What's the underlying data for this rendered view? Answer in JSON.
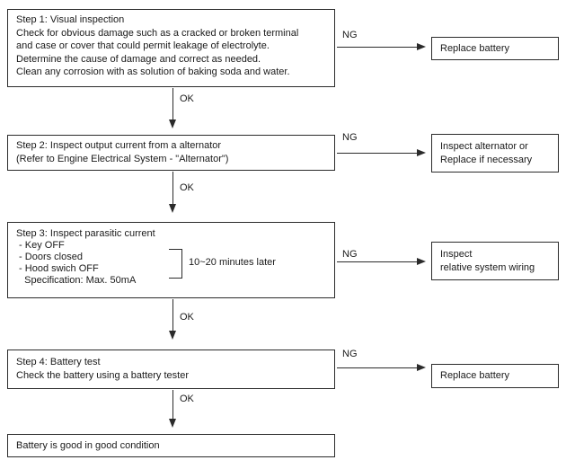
{
  "flow": {
    "steps": [
      {
        "lines": [
          "Step 1: Visual inspection",
          "Check for obvious damage such as a cracked or broken terminal",
          "and case or cover that could permit leakage of electrolyte.",
          "Determine the cause of damage and correct as needed.",
          "Clean any corrosion with as solution of baking soda and water."
        ],
        "ng": "NG",
        "ok": "OK",
        "ng_result": {
          "lines": [
            "Replace battery"
          ]
        }
      },
      {
        "lines": [
          "Step 2: Inspect output current from a alternator",
          "(Refer to Engine Electrical System - \"Alternator\")"
        ],
        "ng": "NG",
        "ok": "OK",
        "ng_result": {
          "lines": [
            "Inspect alternator or",
            "Replace if necessary"
          ]
        }
      },
      {
        "lines": [
          "Step 3: Inspect parasitic current",
          " - Key OFF",
          " - Doors closed",
          " - Hood swich OFF",
          "   Specification: Max. 50mA"
        ],
        "note": "10~20 minutes later",
        "ng": "NG",
        "ok": "OK",
        "ng_result": {
          "lines": [
            "Inspect",
            "relative system wiring"
          ]
        }
      },
      {
        "lines": [
          "Step 4: Battery test",
          "Check the battery using a battery tester"
        ],
        "ng": "NG",
        "ok": "OK",
        "ng_result": {
          "lines": [
            "Replace battery"
          ]
        }
      }
    ],
    "final": {
      "lines": [
        "Battery is good in good condition"
      ]
    },
    "colors": {
      "line": "#2b2b2b",
      "text": "#1a1a1a",
      "background": "#ffffff"
    }
  }
}
